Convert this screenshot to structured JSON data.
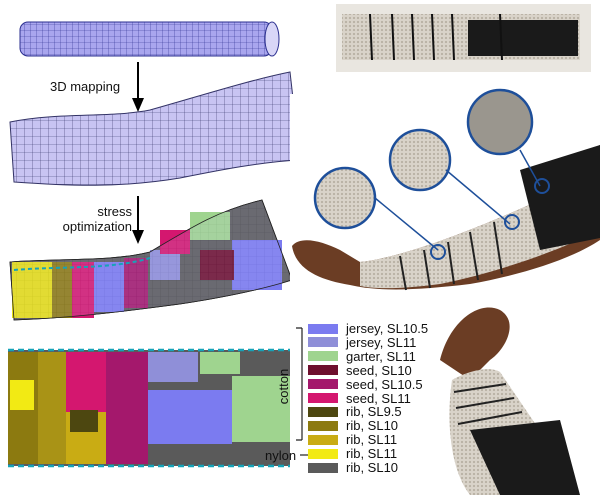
{
  "labels": {
    "mapping": "3D mapping",
    "stress": "stress\noptimization",
    "cotton": "cotton",
    "nylon": "nylon"
  },
  "legend": [
    {
      "label": "jersey, SL10.5",
      "color": "#7b7bf0"
    },
    {
      "label": "jersey, SL11",
      "color": "#8f8fd8"
    },
    {
      "label": "garter, SL11",
      "color": "#9fd48f"
    },
    {
      "label": "seed, SL10",
      "color": "#6e0f2e"
    },
    {
      "label": "seed, SL10.5",
      "color": "#a4186c"
    },
    {
      "label": "seed, SL11",
      "color": "#d4176f"
    },
    {
      "label": "rib, SL9.5",
      "color": "#4d4710"
    },
    {
      "label": "rib, SL10",
      "color": "#8c7a10"
    },
    {
      "label": "rib, SL11",
      "color": "#c9ac14"
    },
    {
      "label": "rib, SL11",
      "color": "#f2ea14"
    },
    {
      "label": "rib, SL10",
      "color": "#5a5a5a"
    }
  ]
}
